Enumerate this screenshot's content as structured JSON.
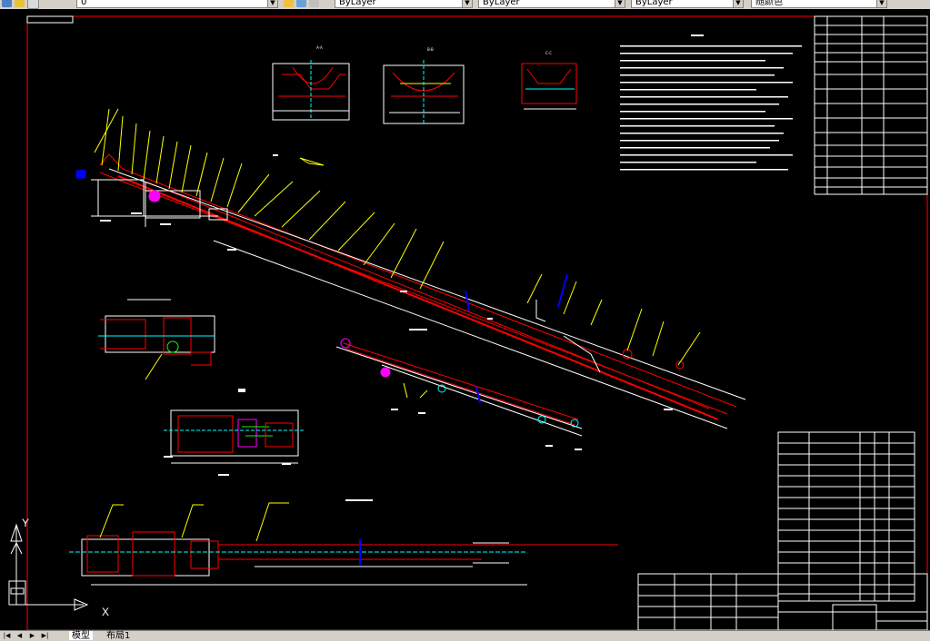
{
  "toolbar": {
    "layer_value": "0",
    "linetype_value": "ByLayer",
    "lineweight_value": "ByLayer",
    "color_value": "ByLayer",
    "plotstyle_value": "随颜色"
  },
  "layout_tabs": [
    {
      "label": "模型",
      "active": true
    },
    {
      "label": "布局1",
      "active": false
    }
  ],
  "ucs_icon": {
    "x_label": "X",
    "y_label": "Y"
  },
  "colors": {
    "background": "#000000",
    "primary_line": "#ff0000",
    "secondary_line": "#ffffff",
    "dimension_line": "#ffff00",
    "center_line": "#00ffff",
    "accent_magenta": "#ff00ff",
    "accent_green": "#00ff00",
    "accent_blue": "#0000ff"
  }
}
